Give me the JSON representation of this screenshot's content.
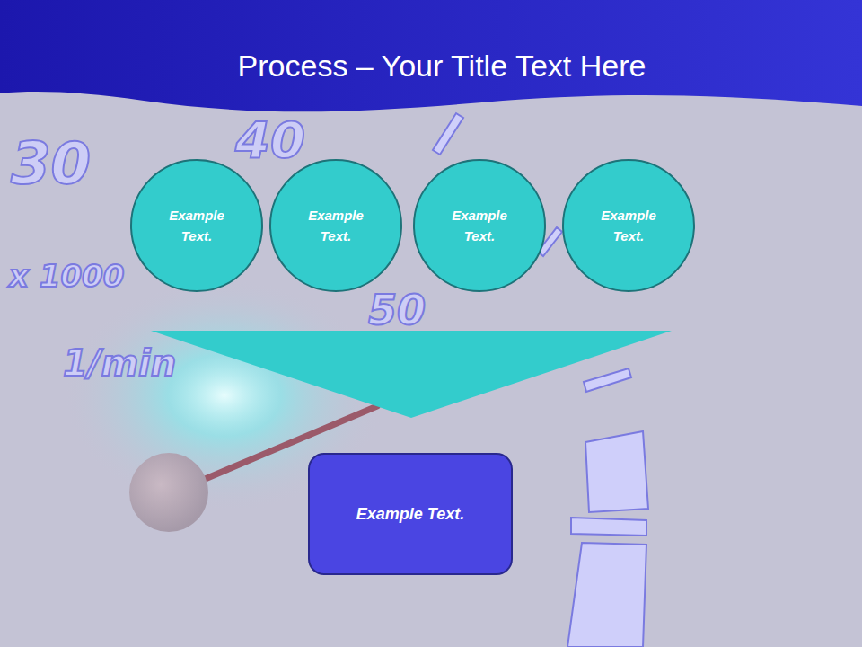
{
  "diagram": {
    "title": "Process – Your Title Text Here",
    "nodes": [
      {
        "text": [
          "Example Text."
        ]
      },
      {
        "text": [
          "Example Text."
        ]
      },
      {
        "text": [
          "Example Text."
        ]
      },
      {
        "text": [
          "Example Text."
        ]
      },
      {
        "text": [
          "Example Text."
        ]
      }
    ],
    "labels": [
      "30",
      "40",
      "50",
      "x 1000",
      "1/min"
    ]
  }
}
